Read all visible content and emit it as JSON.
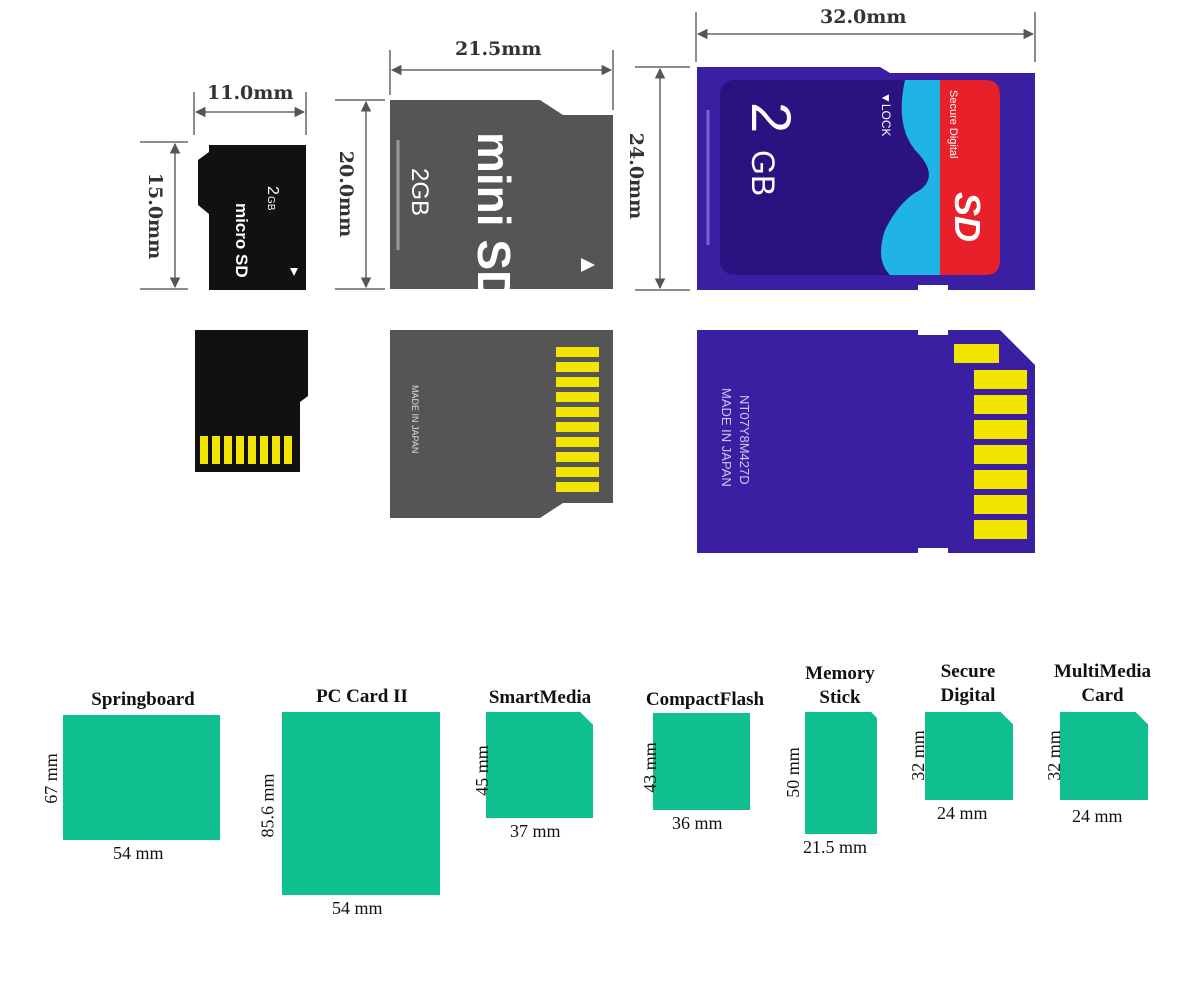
{
  "cards": {
    "microsd": {
      "width_label": "11.0mm",
      "height_label": "15.0mm",
      "capacity": "2",
      "capacity_unit": "GB",
      "logo": "micro SD"
    },
    "minisd": {
      "width_label": "21.5mm",
      "height_label": "20.0mm",
      "capacity": "2GB",
      "logo": "mini SD",
      "back_text": "MADE IN JAPAN"
    },
    "sd": {
      "width_label": "32.0mm",
      "height_label": "24.0mm",
      "capacity": "2",
      "capacity_unit": "GB",
      "lock_label": "▼LOCK",
      "brand_text": "Secure Digital",
      "logo": "SD",
      "back_code": "NT07Y8M427D",
      "back_text": "MADE IN JAPAN"
    }
  },
  "formats": [
    {
      "name": "Springboard",
      "height_label": "67 mm",
      "width_label": "54 mm"
    },
    {
      "name": "PC Card II",
      "height_label": "85.6 mm",
      "width_label": "54 mm"
    },
    {
      "name": "SmartMedia",
      "height_label": "45 mm",
      "width_label": "37 mm"
    },
    {
      "name": "CompactFlash",
      "height_label": "43 mm",
      "width_label": "36 mm"
    },
    {
      "name": "Memory Stick",
      "height_label": "50 mm",
      "width_label": "21.5 mm"
    },
    {
      "name": "Secure Digital",
      "height_label": "32 mm",
      "width_label": "24 mm"
    },
    {
      "name": "MultiMedia Card",
      "height_label": "32 mm",
      "width_label": "24 mm"
    }
  ],
  "colors": {
    "card_green": "#0fbf8f",
    "sd_blue": "#3b1fa3",
    "sd_cyan": "#1fb3e6",
    "sd_red": "#e8202a",
    "gold": "#f2e600",
    "minisd_gray": "#555555",
    "microsd_black": "#111111"
  }
}
